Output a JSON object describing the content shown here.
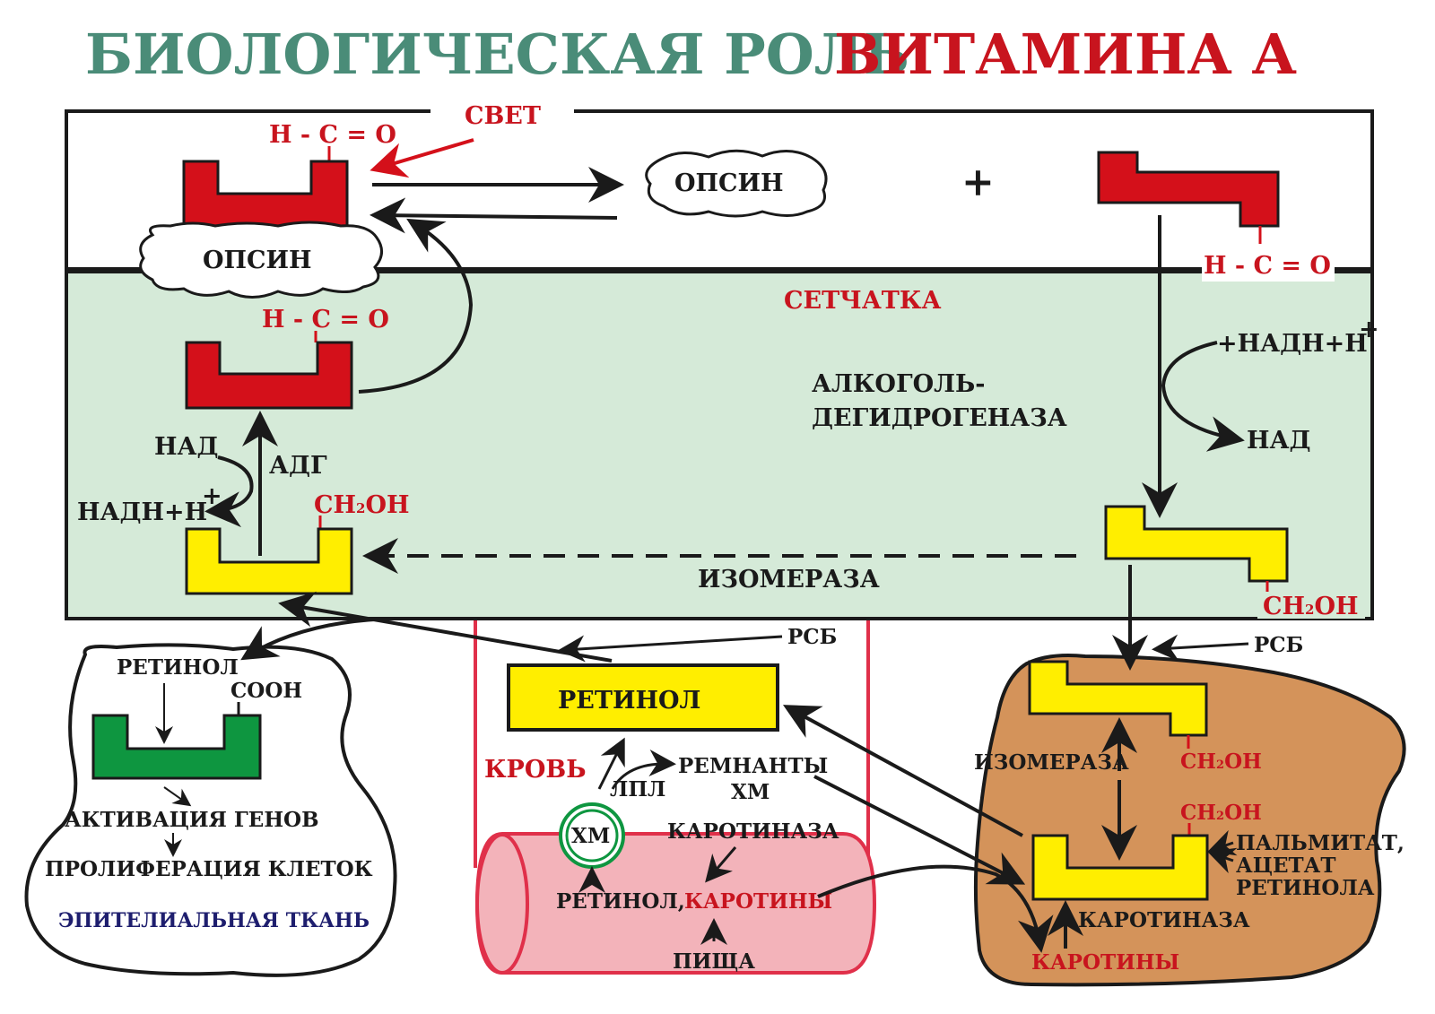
{
  "title": {
    "part1": "БИОЛОГИЧЕСКАЯ РОЛЬ",
    "part2": "ВИТАМИНА   А"
  },
  "labels": {
    "svet": "СВЕТ",
    "aldehyde_formula": "Н - С = О",
    "opsin": "ОПСИН",
    "plus": "+",
    "setchatka": "СЕТЧАТКА",
    "adh_line1": "АЛКОГОЛЬ-",
    "adh_line2": "ДЕГИДРОГЕНАЗА",
    "nadh_plus": "+НАДН+Н",
    "nad": "НАД",
    "nadh": "НАДН+Н",
    "plus_sup": "+",
    "adg": "АДГ",
    "ch2oh_ch": "СН",
    "ch2oh_2": "2",
    "ch2oh_oh": "ОН",
    "isomerase": "ИЗОМЕРАЗА",
    "rsb": "РСБ",
    "retinol": "РЕТИНОЛ",
    "cooh": "СООН",
    "gene_activation": "АКТИВАЦИЯ ГЕНОВ",
    "cell_proliferation": "ПРОЛИФЕРАЦИЯ КЛЕТОК",
    "epithelial": "ЭПИТЕЛИАЛЬНАЯ ТКАНЬ",
    "blood": "КРОВЬ",
    "remnants_line1": "РЕМНАНТЫ",
    "remnants_line2": "ХМ",
    "lpl": "ЛПЛ",
    "hm": "ХМ",
    "carotinase": "КАРОТИНАЗА",
    "retinol_comma": "РЕТИНОЛ,",
    "carotenes": "КАРОТИНЫ",
    "food": "ПИЩА",
    "palmitate_line1": "ПАЛЬМИТАТ,",
    "palmitate_line2": "АЦЕТАТ",
    "palmitate_line3": "РЕТИНОЛА"
  },
  "colors": {
    "title_teal": "#4a8c78",
    "title_red": "#c8141e",
    "red_shape": "#d4101a",
    "yellow_shape": "#ffee00",
    "green_shape": "#0e9640",
    "retina_bg": "#d5ead8",
    "vessel_pink": "#f3b3ba",
    "vessel_line": "#e0304a",
    "liver_brown": "#d4935a",
    "epithelial_text": "#1e1e6e"
  },
  "icons": [
    "arrow-icon",
    "cloud-shape",
    "vessel-shape",
    "liver-shape"
  ]
}
